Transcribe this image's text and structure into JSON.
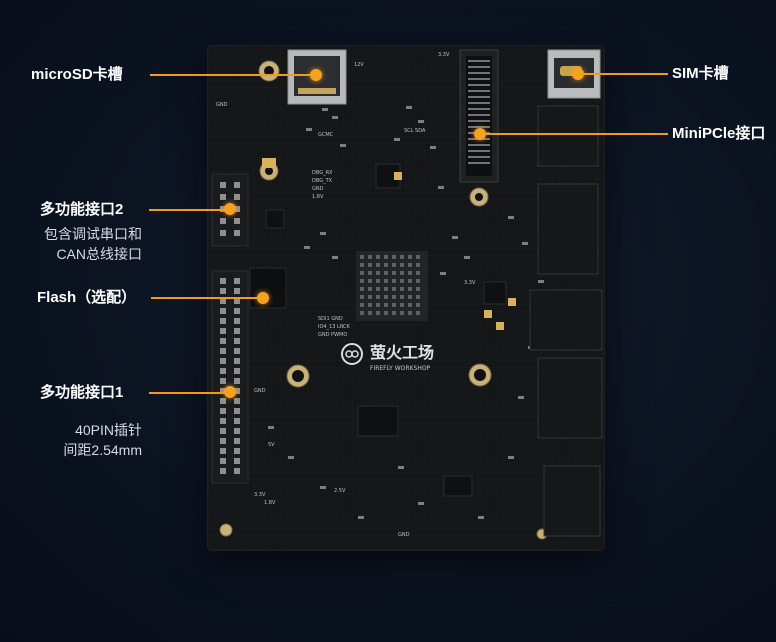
{
  "colors": {
    "background": "#0b1220",
    "board": "#151617",
    "accent": "#f39a1c",
    "text": "#ffffff"
  },
  "callouts": {
    "microsd": {
      "title": "microSD卡槽"
    },
    "multi2": {
      "title": "多功能接口2",
      "line1": "包含调试串口和",
      "line2": "CAN总线接口"
    },
    "flash": {
      "title": "Flash（选配）"
    },
    "multi1": {
      "title": "多功能接口1",
      "line1": "40PIN插针",
      "line2": "间距2.54mm"
    },
    "sim": {
      "title": "SIM卡槽"
    },
    "minipcie": {
      "title": "MiniPCle接口"
    }
  },
  "board": {
    "logo_cn": "萤火工场",
    "logo_en": "FIREFLY WORKSHOP",
    "silk": {
      "gnd": "GND",
      "v12": "12V",
      "v33": "3.3V",
      "v5": "5V",
      "v18": "1.8V",
      "v25": "2.5V",
      "v18b": "1.8V",
      "v33b": "3.3V",
      "v33c": "3.3V",
      "scl": "SCL SDA",
      "gcmc": "GCMC",
      "dbg_rx": "DBG_RX",
      "dbg_tx": "DBG_TX",
      "gnd2": "GND",
      "gnd3": "GND",
      "gnd4": "GND",
      "sdi": "SDI1 GND",
      "io": "IO4_13 LRCK",
      "pwr": "GND PWMO"
    }
  }
}
